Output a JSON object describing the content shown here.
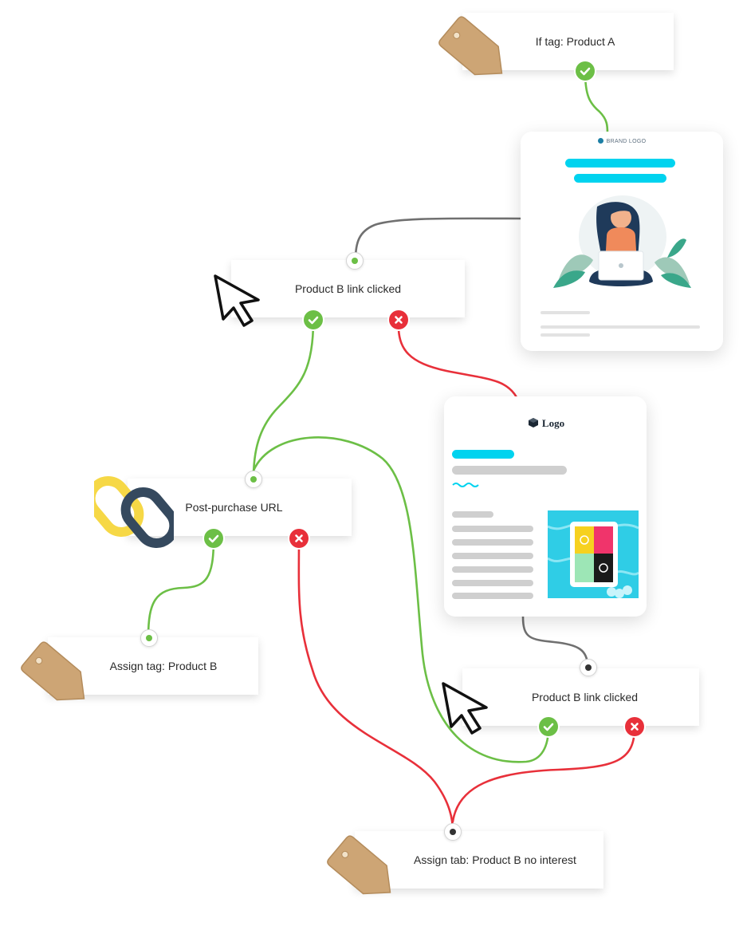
{
  "nodes": {
    "if_tag": "If tag: Product A",
    "link_clicked_1": "Product B link clicked",
    "post_purchase": "Post-purchase URL",
    "assign_tag": "Assign tag: Product B",
    "link_clicked_2": "Product B link clicked",
    "assign_tab": "Assign tab: Product B no interest"
  },
  "email_1": {
    "brand": "BRAND LOGO"
  },
  "email_2": {
    "logo": "Logo"
  },
  "colors": {
    "yes": "#6cbf46",
    "no": "#e8303a",
    "neutral": "#707070",
    "accent": "#00d3ef",
    "tag": "#cda575"
  },
  "icons": [
    "price-tag-icon",
    "cursor-icon",
    "chain-link-icon",
    "check-icon",
    "cross-icon"
  ]
}
